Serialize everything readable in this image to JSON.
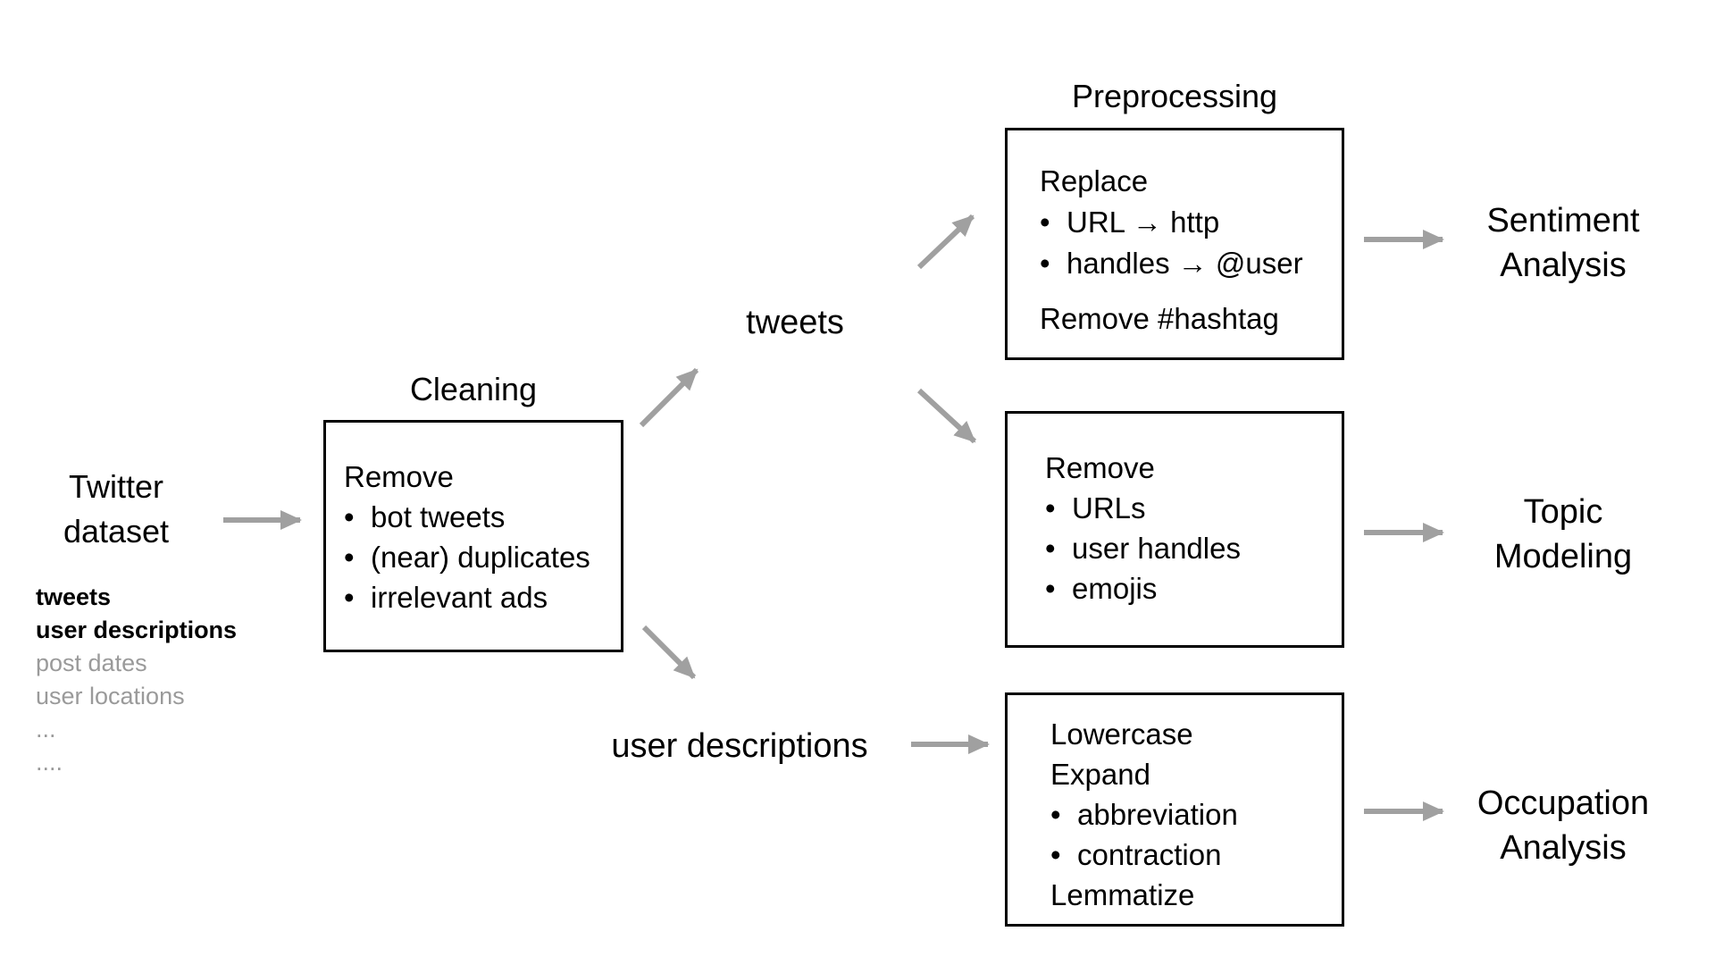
{
  "colors": {
    "text": "#000000",
    "muted": "#9a9a9a",
    "arrow": "#a0a0a0",
    "box_border": "#000000",
    "background": "#ffffff"
  },
  "glyphs": {
    "bullet": "•"
  },
  "source": {
    "title_line1": "Twitter",
    "title_line2": "dataset",
    "fields": [
      {
        "text": "tweets",
        "style": "bold"
      },
      {
        "text": "user descriptions",
        "style": "bold"
      },
      {
        "text": "post dates",
        "style": "muted"
      },
      {
        "text": "user locations",
        "style": "muted"
      },
      {
        "text": "...",
        "style": "muted"
      },
      {
        "text": "....",
        "style": "muted"
      }
    ]
  },
  "cleaning": {
    "title": "Cleaning",
    "heading": "Remove",
    "bullets": [
      "bot tweets",
      "(near) duplicates",
      "irrelevant ads"
    ]
  },
  "branches": {
    "tweets": "tweets",
    "user_descriptions": "user descriptions"
  },
  "preprocessing": {
    "title": "Preprocessing",
    "replace_box": {
      "heading1": "Replace",
      "bullets": [
        "URL → http",
        "handles → @user"
      ],
      "heading2": "Remove #hashtag"
    },
    "remove_box": {
      "heading": "Remove",
      "bullets": [
        "URLs",
        "user handles",
        "emojis"
      ]
    },
    "normalize_box": {
      "line_lowercase": "Lowercase",
      "line_expand": "Expand",
      "bullets": [
        "abbreviation",
        "contraction"
      ],
      "line_lemmatize": "Lemmatize"
    }
  },
  "outputs": {
    "sentiment": {
      "line1": "Sentiment",
      "line2": "Analysis"
    },
    "topic": {
      "line1": "Topic",
      "line2": "Modeling"
    },
    "occupation": {
      "line1": "Occupation",
      "line2": "Analysis"
    }
  }
}
